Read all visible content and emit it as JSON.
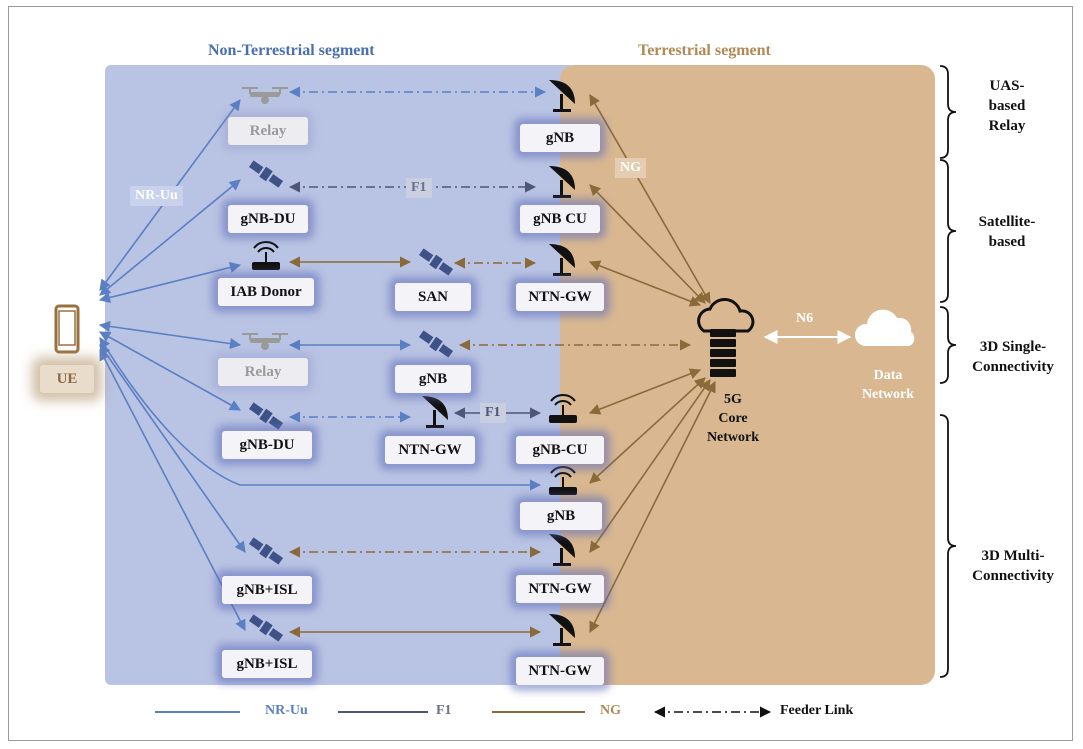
{
  "segments": {
    "non_terrestrial": "Non-Terrestrial segment",
    "terrestrial": "Terrestrial segment"
  },
  "nodes": {
    "relay_1": "Relay",
    "gnb_1": "gNB",
    "gnb_du_1": "gNB-DU",
    "gnb_cu_1": "gNB CU",
    "iab_donor": "IAB Donor",
    "san": "SAN",
    "ntn_gw_1": "NTN-GW",
    "relay_2": "Relay",
    "gnb_2": "gNB",
    "gnb_du_2": "gNB-DU",
    "ntn_gw_2": "NTN-GW",
    "gnb_cu_2": "gNB-CU",
    "gnb_3": "gNB",
    "ntn_gw_3": "NTN-GW",
    "gnb_isl_1": "gNB+ISL",
    "ntn_gw_4": "NTN-GW",
    "gnb_isl_2": "gNB+ISL",
    "ue": "UE",
    "core_network": "5G\nCore\nNetwork",
    "data_network": "Data\nNetwork"
  },
  "link_labels": {
    "nr_uu": "NR-Uu",
    "f1_top": "F1",
    "f1_mid": "F1",
    "ng": "NG",
    "n6": "N6"
  },
  "groups": {
    "uas": "UAS-\nbased\nRelay",
    "satellite": "Satellite-\nbased",
    "single": "3D Single-\nConnectivity",
    "multi": "3D Multi-\nConnectivity"
  },
  "legend": {
    "nr_uu": "NR-Uu",
    "f1": "F1",
    "ng": "NG",
    "feeder": "Feeder Link"
  },
  "colors": {
    "nr_uu": "#5b7fc3",
    "f1": "#4d5677",
    "ng": "#8a6a3a",
    "non_terrestrial_bg": "#b9c3e3",
    "terrestrial_bg": "#d9b891"
  }
}
